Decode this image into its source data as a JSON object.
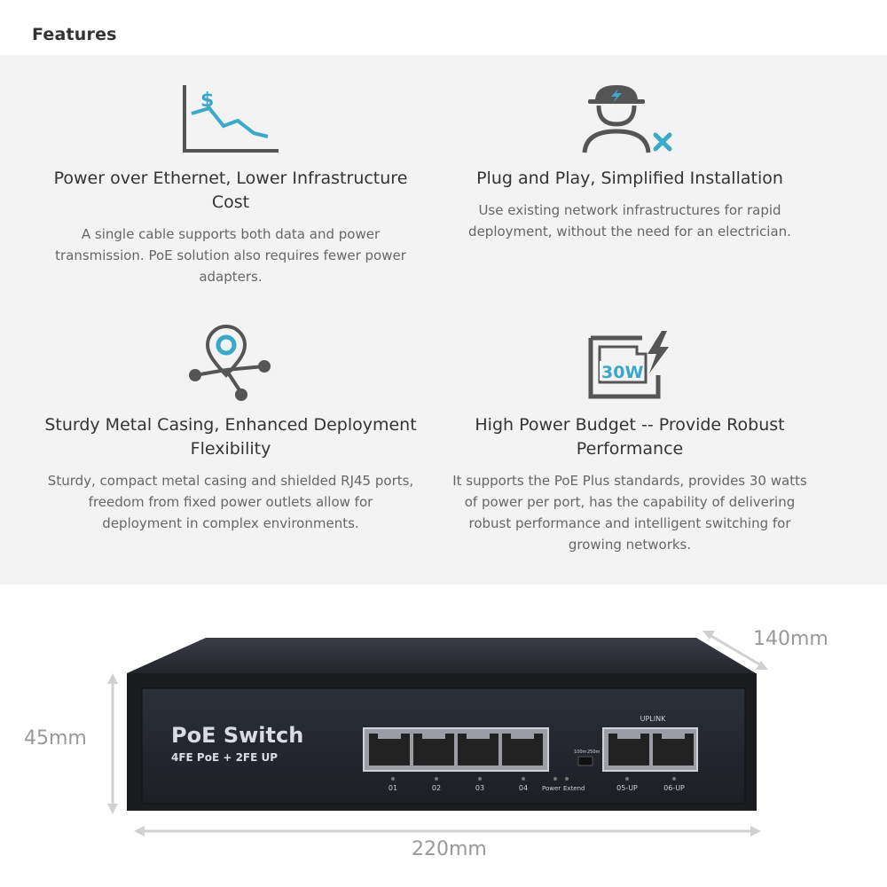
{
  "header": {
    "title": "Features"
  },
  "features": [
    {
      "title": "Power over Ethernet, Lower Infrastructure Cost",
      "desc_lines": [
        "A single cable supports both data and power",
        "transmission. PoE solution also requires fewer power",
        "adapters."
      ],
      "icon": "cost-down-chart-icon"
    },
    {
      "title": "Plug and Play, Simplified Installation",
      "desc_lines": [
        "Use existing network infrastructures for rapid",
        "deployment, without the need for an electrician."
      ],
      "icon": "no-electrician-icon"
    },
    {
      "title": "Sturdy Metal Casing, Enhanced Deployment Flexibility",
      "desc_lines": [
        "Sturdy, compact metal casing and shielded RJ45 ports,",
        "freedom from fixed power outlets allow for",
        "deployment in complex environments."
      ],
      "icon": "location-network-icon"
    },
    {
      "title": "High Power Budget -- Provide Robust Performance",
      "desc_lines": [
        "It supports the PoE Plus standards, provides 30 watts",
        "of power per port, has the capability of delivering",
        "robust performance and intelligent switching for",
        "growing networks."
      ],
      "icon": "30w-power-icon"
    }
  ],
  "feature_title_lines": [
    [
      "Power over Ethernet, Lower Infrastructure",
      "Cost"
    ],
    [
      "Plug and Play, Simplified Installation"
    ],
    [
      "Sturdy Metal Casing, Enhanced Deployment",
      "Flexibility"
    ],
    [
      "High Power Budget -- Provide Robust",
      "Performance"
    ]
  ],
  "icon_text": {
    "dollar": "$",
    "watts": "30W"
  },
  "product": {
    "brand": "PoE Switch",
    "model": "4FE PoE + 2FE UP",
    "uplink_label": "UPLINK",
    "port_labels": [
      "01",
      "02",
      "03",
      "04"
    ],
    "uplink_port_labels": [
      "05-UP",
      "06-UP"
    ],
    "extend_switch_labels": [
      "100m",
      "250m"
    ],
    "led_labels": [
      "Power",
      "Extend"
    ],
    "dimensions": {
      "depth": "140mm",
      "height": "45mm",
      "width": "220mm"
    }
  },
  "colors": {
    "accent": "#3aa8c8",
    "icon_gray": "#555555",
    "panel_bg": "#f3f3f3"
  }
}
